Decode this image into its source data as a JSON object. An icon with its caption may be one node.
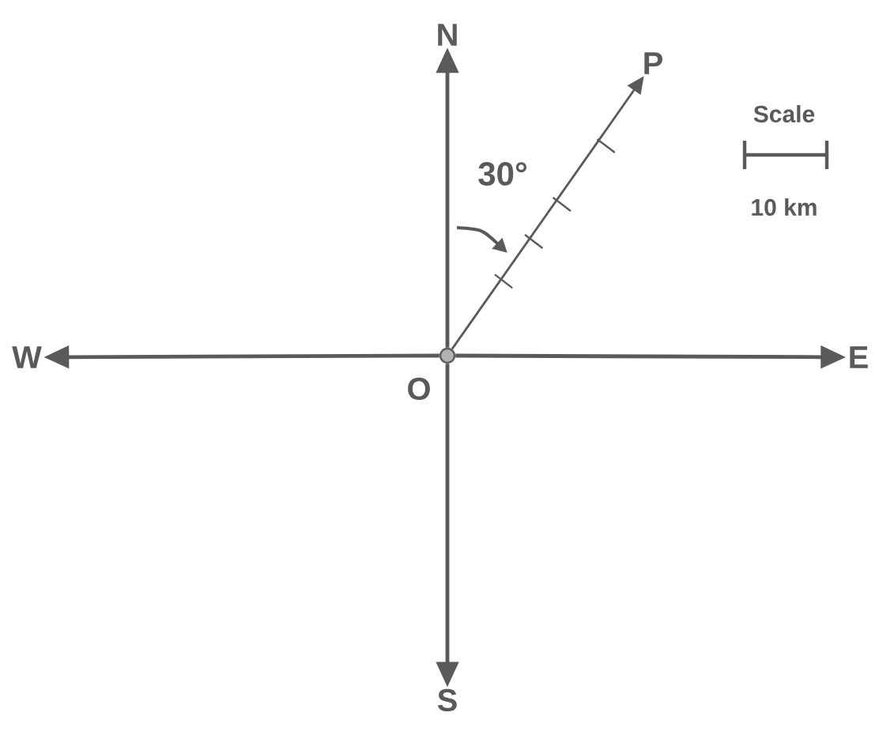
{
  "diagram": {
    "nodes": [
      {
        "text": [],
        "shape": "circle",
        "beside": [
          "O"
        ]
      },
      {
        "text": [
          "N"
        ]
      },
      {
        "text": [
          "E"
        ]
      },
      {
        "text": [
          "S"
        ]
      },
      {
        "text": [
          "W"
        ]
      },
      {
        "text": [
          "P"
        ]
      }
    ],
    "edges": [
      {
        "from": 0,
        "to": 1,
        "arrow": "to"
      },
      {
        "from": 0,
        "to": 2,
        "arrow": "to"
      },
      {
        "from": 0,
        "to": 3,
        "arrow": "to"
      },
      {
        "from": 0,
        "to": 4,
        "arrow": "to"
      },
      {
        "from": 0,
        "to": 5,
        "arrow": "to"
      }
    ],
    "labels": [
      "30°",
      "Scale",
      "10 km"
    ]
  }
}
